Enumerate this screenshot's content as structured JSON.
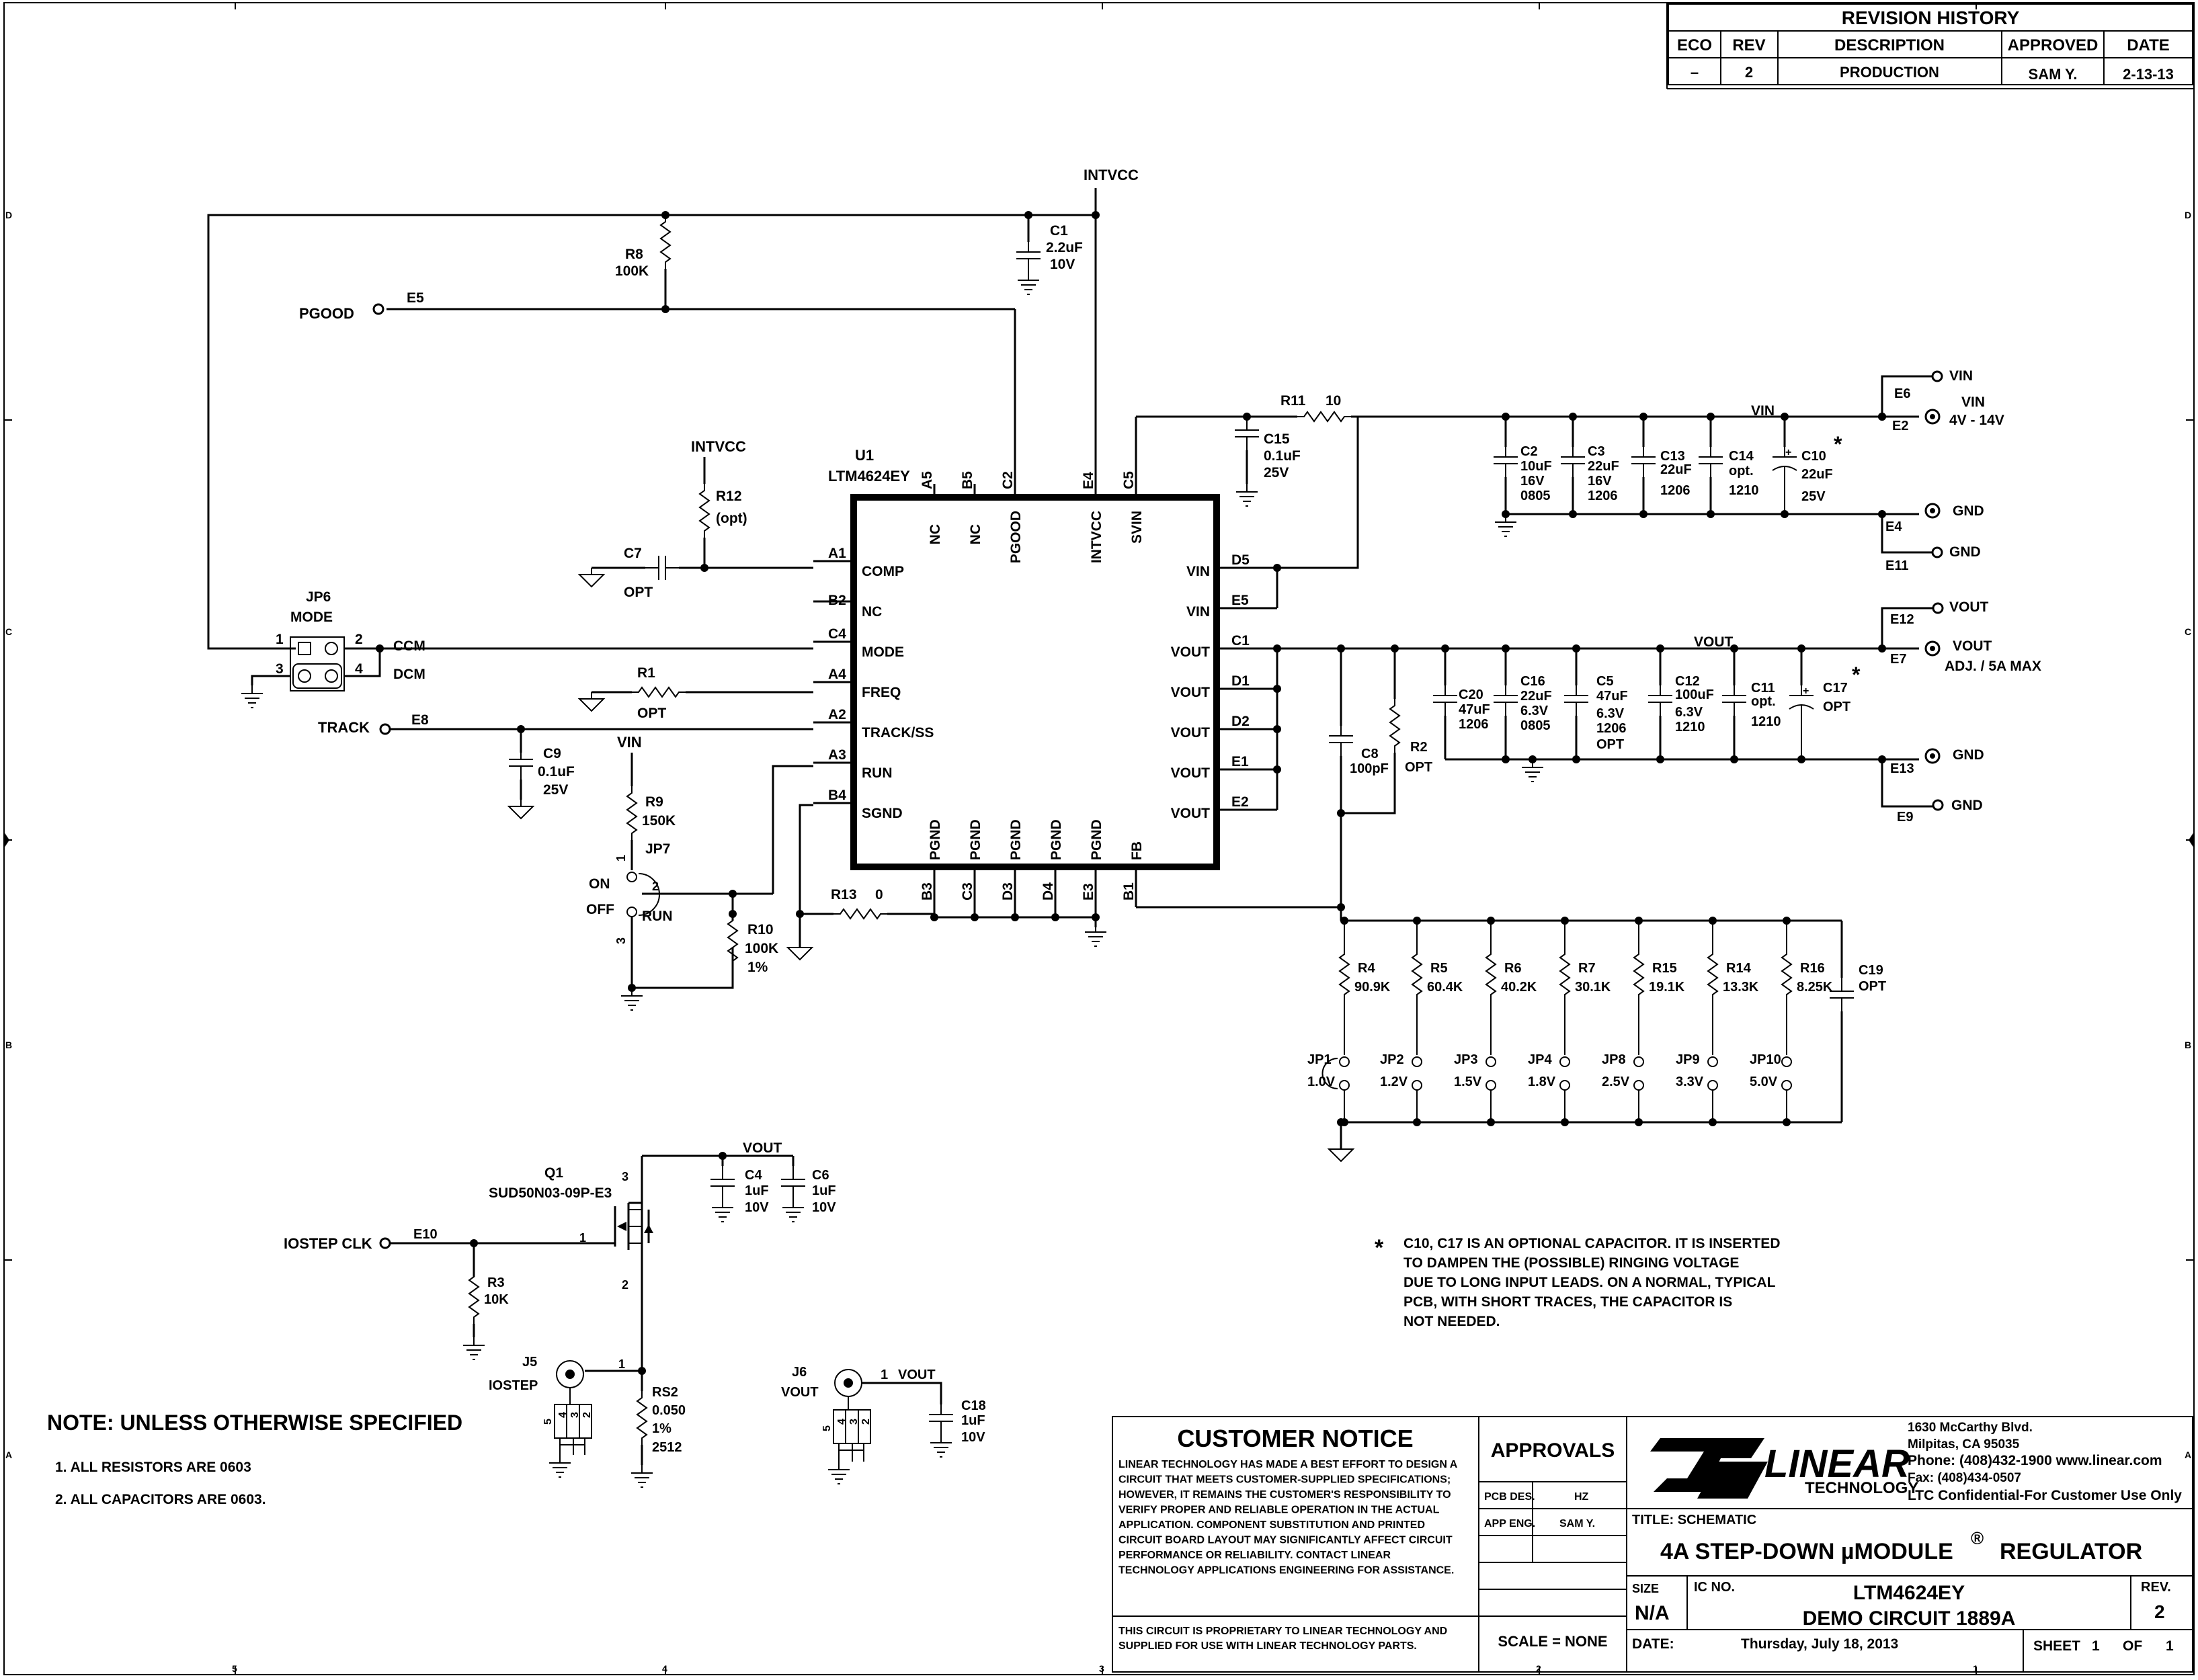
{
  "revision": {
    "title": "REVISION HISTORY",
    "headers": [
      "ECO",
      "REV",
      "DESCRIPTION",
      "APPROVED",
      "DATE"
    ],
    "row": [
      "–",
      "2",
      "PRODUCTION",
      "SAM Y.",
      "2-13-13"
    ]
  },
  "grid": {
    "top": [
      "5",
      "4",
      "3",
      "2",
      "1"
    ],
    "rows": [
      "D",
      "C",
      "B",
      "A"
    ]
  },
  "nets": {
    "intvcc": "INTVCC",
    "vin": "VIN",
    "vout": "VOUT",
    "pgood": "PGOOD",
    "track": "TRACK",
    "iostep_clk": "IOSTEP CLK",
    "on": "ON",
    "off": "OFF",
    "run": "RUN",
    "ccm": "CCM",
    "dcm": "DCM"
  },
  "terminals": {
    "e5": "E5",
    "e8": "E8",
    "e10": "E10",
    "e6": "E6",
    "e6_label": "VIN",
    "e2": "E2",
    "e2_label": "VIN",
    "e2_sub": "4V - 14V",
    "e4": "E4",
    "e4_label": "GND",
    "e11": "E11",
    "e11_label": "GND",
    "e12": "E12",
    "e12_label": "VOUT",
    "e7": "E7",
    "e7_label": "VOUT",
    "e7_sub": "ADJ. / 5A MAX",
    "e13": "E13",
    "e13_label": "GND",
    "e9": "E9",
    "e9_label": "GND"
  },
  "ic": {
    "ref": "U1",
    "part": "LTM4624EY",
    "left_pins": [
      {
        "num": "A1",
        "name": "COMP"
      },
      {
        "num": "B2",
        "name": "NC"
      },
      {
        "num": "C4",
        "name": "MODE"
      },
      {
        "num": "A4",
        "name": "FREQ"
      },
      {
        "num": "A2",
        "name": "TRACK/SS"
      },
      {
        "num": "A3",
        "name": "RUN"
      },
      {
        "num": "B4",
        "name": "SGND"
      }
    ],
    "right_pins": [
      {
        "num": "D5",
        "name": "VIN"
      },
      {
        "num": "E5",
        "name": "VIN"
      },
      {
        "num": "C1",
        "name": "VOUT"
      },
      {
        "num": "D1",
        "name": "VOUT"
      },
      {
        "num": "D2",
        "name": "VOUT"
      },
      {
        "num": "E1",
        "name": "VOUT"
      },
      {
        "num": "E2",
        "name": "VOUT"
      }
    ],
    "top_pins": [
      {
        "num": "A5",
        "name": "NC"
      },
      {
        "num": "B5",
        "name": "NC"
      },
      {
        "num": "C2",
        "name": "PGOOD"
      },
      {
        "num": "E4",
        "name": "INTVCC"
      },
      {
        "num": "C5",
        "name": "SVIN"
      }
    ],
    "bottom_pins": [
      {
        "num": "B3",
        "name": "PGND"
      },
      {
        "num": "C3",
        "name": "PGND"
      },
      {
        "num": "D3",
        "name": "PGND"
      },
      {
        "num": "D4",
        "name": "PGND"
      },
      {
        "num": "E3",
        "name": "PGND"
      },
      {
        "num": "B1",
        "name": "FB"
      }
    ]
  },
  "parts": {
    "c1": [
      "C1",
      "2.2uF",
      "10V"
    ],
    "r8": [
      "R8",
      "100K"
    ],
    "r12": [
      "R12",
      "(opt)"
    ],
    "c7": [
      "C7",
      "OPT"
    ],
    "r1": [
      "R1",
      "OPT"
    ],
    "c9": [
      "C9",
      "0.1uF",
      "25V"
    ],
    "r9": [
      "R9",
      "150K"
    ],
    "jp7": [
      "JP7",
      "1",
      "2",
      "3"
    ],
    "r10": [
      "R10",
      "100K",
      "1%"
    ],
    "r13": [
      "R13",
      "0"
    ],
    "jp6": [
      "JP6",
      "MODE",
      "1",
      "2",
      "3",
      "4"
    ],
    "r11": [
      "R11",
      "10"
    ],
    "c15": [
      "C15",
      "0.1uF",
      "25V"
    ],
    "c2": [
      "C2",
      "10uF",
      "16V",
      "0805"
    ],
    "c3": [
      "C3",
      "22uF",
      "16V",
      "1206"
    ],
    "c13": [
      "C13",
      "22uF",
      "1206"
    ],
    "c14": [
      "C14",
      "opt.",
      "1210"
    ],
    "c10": [
      "C10",
      "22uF",
      "25V",
      "*"
    ],
    "c20": [
      "C20",
      "47uF",
      "1206"
    ],
    "c16": [
      "C16",
      "22uF",
      "6.3V",
      "0805"
    ],
    "c5": [
      "C5",
      "47uF",
      "6.3V",
      "1206",
      "OPT"
    ],
    "c12": [
      "C12",
      "100uF",
      "6.3V",
      "1210"
    ],
    "c11": [
      "C11",
      "opt.",
      "1210"
    ],
    "c17": [
      "C17",
      "OPT",
      "*"
    ],
    "c8": [
      "C8",
      "100pF"
    ],
    "r2": [
      "R2",
      "OPT"
    ],
    "c19": [
      "C19",
      "OPT"
    ],
    "q1": [
      "Q1",
      "SUD50N03-09P-E3",
      "1",
      "2",
      "3"
    ],
    "c4": [
      "C4",
      "1uF",
      "10V"
    ],
    "c6": [
      "C6",
      "1uF",
      "10V"
    ],
    "r3": [
      "R3",
      "10K"
    ],
    "rs2": [
      "RS2",
      "0.050",
      "1%",
      "2512"
    ],
    "j5": [
      "J5",
      "IOSTEP",
      "1"
    ],
    "j6": [
      "J6",
      "VOUT",
      "1"
    ],
    "c18": [
      "C18",
      "1uF",
      "10V"
    ],
    "jpins": [
      "5",
      "4",
      "3",
      "2"
    ]
  },
  "fb_resistors": [
    {
      "ref": "R4",
      "val": "90.9K",
      "jp": "JP1",
      "v": "1.0V"
    },
    {
      "ref": "R5",
      "val": "60.4K",
      "jp": "JP2",
      "v": "1.2V"
    },
    {
      "ref": "R6",
      "val": "40.2K",
      "jp": "JP3",
      "v": "1.5V"
    },
    {
      "ref": "R7",
      "val": "30.1K",
      "jp": "JP4",
      "v": "1.8V"
    },
    {
      "ref": "R15",
      "val": "19.1K",
      "jp": "JP8",
      "v": "2.5V"
    },
    {
      "ref": "R14",
      "val": "13.3K",
      "jp": "JP9",
      "v": "3.3V"
    },
    {
      "ref": "R16",
      "val": "8.25K",
      "jp": "JP10",
      "v": "5.0V"
    }
  ],
  "footnote": {
    "star": "*",
    "lines": [
      "C10, C17  IS AN OPTIONAL CAPACITOR. IT IS INSERTED",
      "TO DAMPEN THE (POSSIBLE) RINGING VOLTAGE",
      "DUE TO LONG INPUT LEADS. ON A NORMAL, TYPICAL",
      "PCB, WITH SHORT TRACES, THE CAPACITOR IS",
      "NOT NEEDED."
    ]
  },
  "notes": {
    "title": "NOTE: UNLESS OTHERWISE SPECIFIED",
    "items": [
      "1.  ALL RESISTORS ARE 0603",
      "2.  ALL CAPACITORS ARE 0603."
    ]
  },
  "title_block": {
    "notice_title": "CUSTOMER NOTICE",
    "notice_lines": [
      "LINEAR TECHNOLOGY HAS MADE A BEST EFFORT TO DESIGN A",
      "CIRCUIT THAT MEETS CUSTOMER-SUPPLIED SPECIFICATIONS;",
      "HOWEVER, IT REMAINS THE CUSTOMER'S RESPONSIBILITY TO",
      "VERIFY PROPER AND RELIABLE OPERATION IN THE ACTUAL",
      "APPLICATION.  COMPONENT SUBSTITUTION AND PRINTED",
      "CIRCUIT BOARD LAYOUT MAY SIGNIFICANTLY AFFECT CIRCUIT",
      "PERFORMANCE OR RELIABILITY.  CONTACT LINEAR",
      "TECHNOLOGY APPLICATIONS ENGINEERING FOR ASSISTANCE."
    ],
    "proprietary": [
      "THIS CIRCUIT IS PROPRIETARY TO LINEAR TECHNOLOGY AND",
      "SUPPLIED FOR USE WITH LINEAR TECHNOLOGY PARTS."
    ],
    "approvals": "APPROVALS",
    "pcb_des": "PCB DES.",
    "pcb_des_val": "HZ",
    "app_eng": "APP ENG.",
    "app_eng_val": "SAM Y.",
    "scale": "SCALE = NONE",
    "logo_text": "LINEAR",
    "logo_sub": "TECHNOLOGY",
    "address": [
      "1630 McCarthy Blvd.",
      "Milpitas, CA 95035",
      "Phone: (408)432-1900  www.linear.com",
      "Fax: (408)434-0507",
      "LTC Confidential-For Customer Use Only"
    ],
    "title_label": "TITLE:  SCHEMATIC",
    "title": "4A STEP-DOWN µMODULE",
    "title_reg": "®",
    "title_end": "REGULATOR",
    "size_label": "SIZE",
    "size": "N/A",
    "ic_no_label": "IC NO.",
    "ic_no": "LTM4624EY",
    "demo": "DEMO CIRCUIT 1889A",
    "rev_label": "REV.",
    "rev": "2",
    "date_label": "DATE:",
    "date": "Thursday, July 18, 2013",
    "sheet_label": "SHEET",
    "sheet": "1",
    "of_label": "OF",
    "of": "1"
  }
}
